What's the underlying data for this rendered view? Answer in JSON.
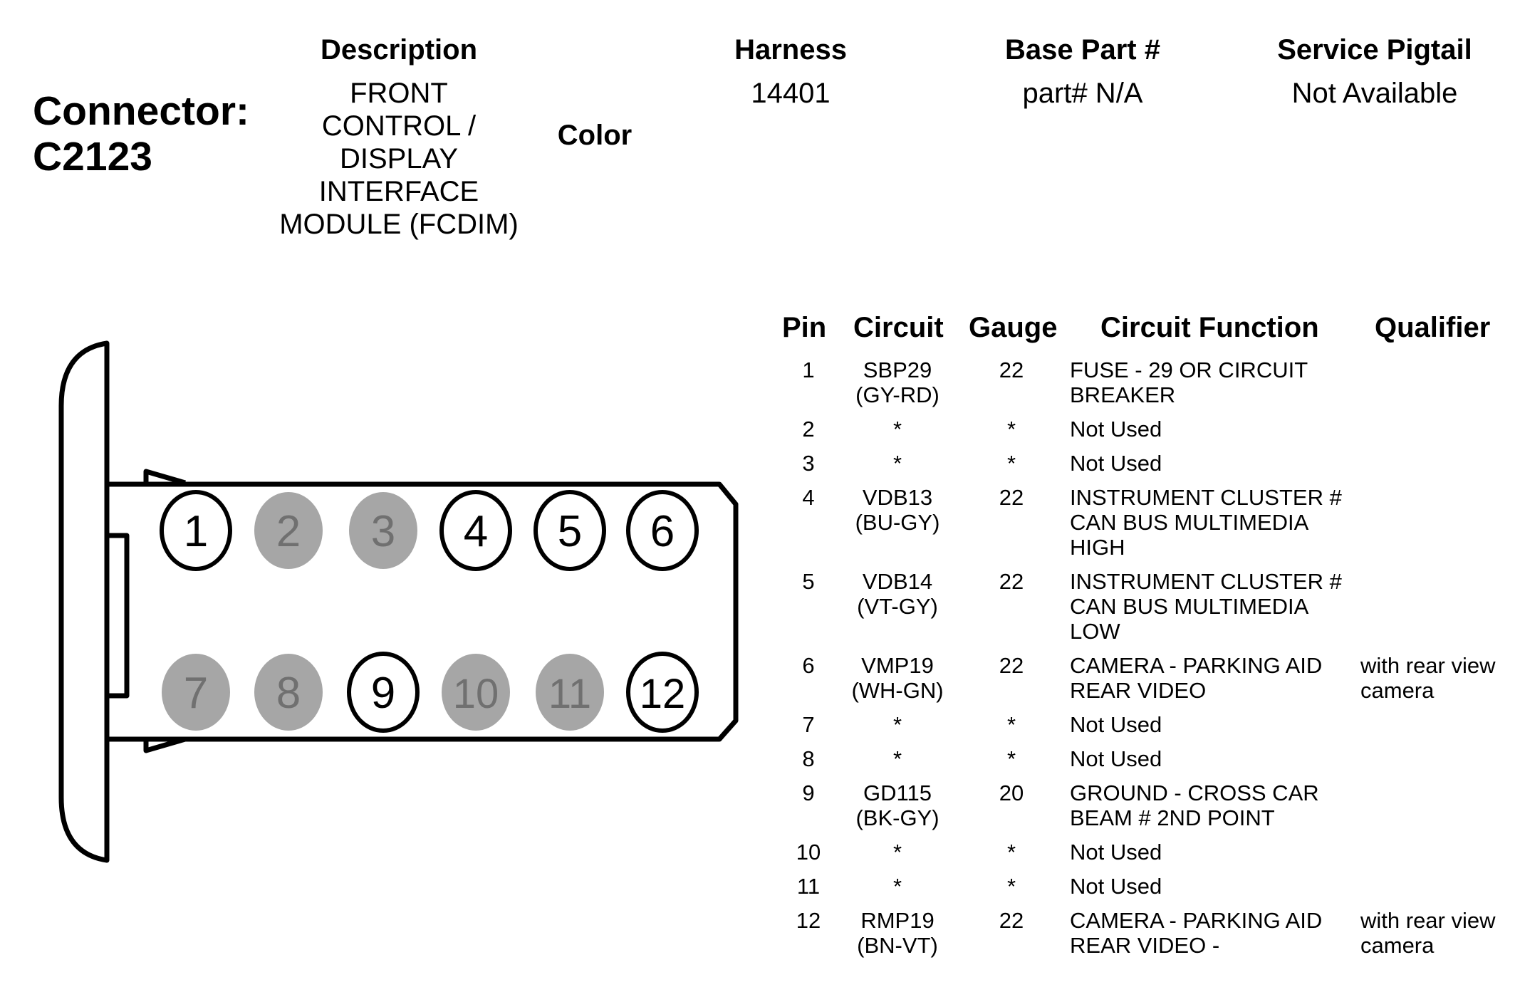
{
  "header": {
    "connector_title_line1": "Connector:",
    "connector_title_line2": "C2123",
    "description_label": "Description",
    "description_value": [
      "FRONT",
      "CONTROL /",
      "DISPLAY",
      "INTERFACE",
      "MODULE (FCDIM)"
    ],
    "color_label": "Color",
    "harness_label": "Harness",
    "harness_value": "14401",
    "base_part_label": "Base Part #",
    "base_part_value": "part# N/A",
    "service_pigtail_label": "Service Pigtail",
    "service_pigtail_value": "Not Available"
  },
  "connector": {
    "pins": [
      {
        "label": "1",
        "used": true
      },
      {
        "label": "2",
        "used": false
      },
      {
        "label": "3",
        "used": false
      },
      {
        "label": "4",
        "used": true
      },
      {
        "label": "5",
        "used": true
      },
      {
        "label": "6",
        "used": true
      },
      {
        "label": "7",
        "used": false
      },
      {
        "label": "8",
        "used": false
      },
      {
        "label": "9",
        "used": true
      },
      {
        "label": "10",
        "used": false
      },
      {
        "label": "11",
        "used": false
      },
      {
        "label": "12",
        "used": true
      }
    ],
    "colors": {
      "stroke": "#000000",
      "unused_fill": "#a6a6a6",
      "unused_text": "#707070",
      "used_fill": "#ffffff"
    }
  },
  "table": {
    "headers": {
      "pin": "Pin",
      "circuit": "Circuit",
      "gauge": "Gauge",
      "function": "Circuit Function",
      "qualifier": "Qualifier"
    },
    "rows": [
      {
        "pin": "1",
        "circuit": [
          "SBP29",
          "(GY-RD)"
        ],
        "gauge": "22",
        "function": [
          "FUSE - 29 OR CIRCUIT",
          "BREAKER"
        ],
        "qualifier": []
      },
      {
        "pin": "2",
        "circuit": [
          "*"
        ],
        "gauge": "*",
        "function": [
          "Not Used"
        ],
        "qualifier": []
      },
      {
        "pin": "3",
        "circuit": [
          "*"
        ],
        "gauge": "*",
        "function": [
          "Not Used"
        ],
        "qualifier": []
      },
      {
        "pin": "4",
        "circuit": [
          "VDB13",
          "(BU-GY)"
        ],
        "gauge": "22",
        "function": [
          "INSTRUMENT CLUSTER #",
          "CAN BUS MULTIMEDIA",
          "HIGH"
        ],
        "qualifier": []
      },
      {
        "pin": "5",
        "circuit": [
          "VDB14",
          "(VT-GY)"
        ],
        "gauge": "22",
        "function": [
          "INSTRUMENT CLUSTER #",
          "CAN BUS MULTIMEDIA",
          "LOW"
        ],
        "qualifier": []
      },
      {
        "pin": "6",
        "circuit": [
          "VMP19",
          "(WH-GN)"
        ],
        "gauge": "22",
        "function": [
          "CAMERA - PARKING AID",
          "REAR VIDEO"
        ],
        "qualifier": [
          "with rear view",
          "camera"
        ]
      },
      {
        "pin": "7",
        "circuit": [
          "*"
        ],
        "gauge": "*",
        "function": [
          "Not Used"
        ],
        "qualifier": []
      },
      {
        "pin": "8",
        "circuit": [
          "*"
        ],
        "gauge": "*",
        "function": [
          "Not Used"
        ],
        "qualifier": []
      },
      {
        "pin": "9",
        "circuit": [
          "GD115",
          "(BK-GY)"
        ],
        "gauge": "20",
        "function": [
          "GROUND - CROSS CAR",
          "BEAM # 2ND POINT"
        ],
        "qualifier": []
      },
      {
        "pin": "10",
        "circuit": [
          "*"
        ],
        "gauge": "*",
        "function": [
          "Not Used"
        ],
        "qualifier": []
      },
      {
        "pin": "11",
        "circuit": [
          "*"
        ],
        "gauge": "*",
        "function": [
          "Not Used"
        ],
        "qualifier": []
      },
      {
        "pin": "12",
        "circuit": [
          "RMP19",
          "(BN-VT)"
        ],
        "gauge": "22",
        "function": [
          "CAMERA - PARKING AID",
          "REAR VIDEO -"
        ],
        "qualifier": [
          "with rear view",
          "camera"
        ]
      }
    ]
  }
}
